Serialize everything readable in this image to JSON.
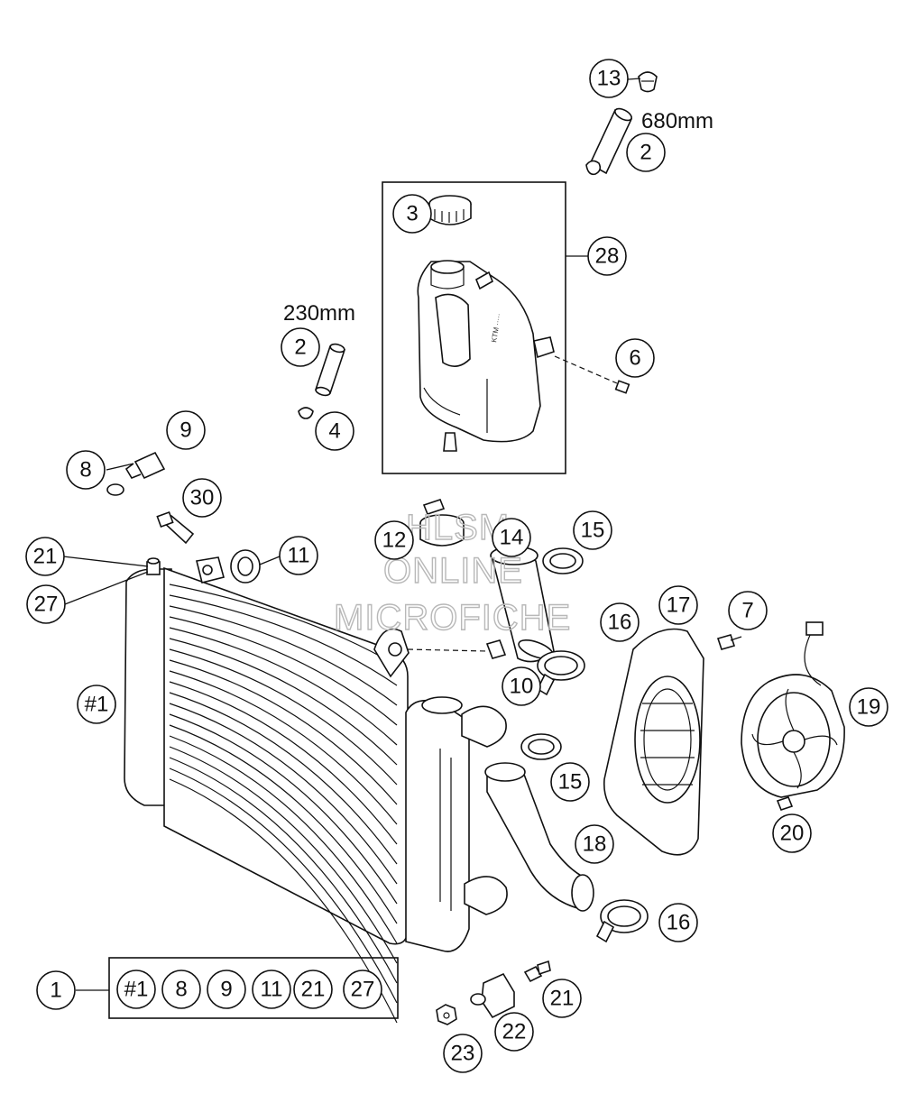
{
  "callouts": {
    "c13": "13",
    "c2_top": "2",
    "c3": "3",
    "c28": "28",
    "c2_mid": "2",
    "c6": "6",
    "c4": "4",
    "c9": "9",
    "c8": "8",
    "c30": "30",
    "c21_top": "21",
    "c11": "11",
    "c27": "27",
    "c12": "12",
    "c14": "14",
    "c15_top": "15",
    "c17": "17",
    "c7": "7",
    "c16_top": "16",
    "c10": "10",
    "c1_hash": "#1",
    "c19": "19",
    "c15_mid": "15",
    "c20": "20",
    "c18": "18",
    "c16_bot": "16",
    "c1": "1",
    "c21_bot": "21",
    "c22": "22",
    "c23": "23"
  },
  "kit_items": [
    "#1",
    "8",
    "9",
    "11",
    "21",
    "27"
  ],
  "hose_lengths": {
    "upper": "680mm",
    "lower": "230mm"
  },
  "watermark": {
    "line1": "HLSM",
    "line2": "ONLINE",
    "line3": "MICROFICHE"
  }
}
